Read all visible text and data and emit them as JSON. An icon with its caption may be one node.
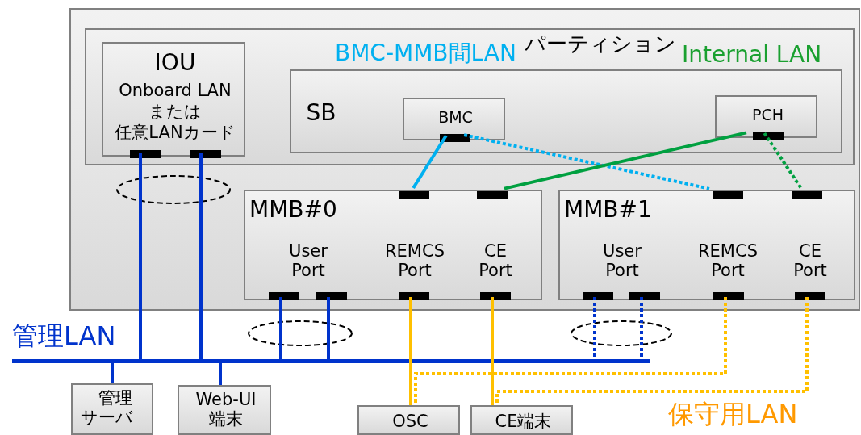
{
  "diagram": {
    "nodes": [
      {
        "text": [],
        "shape": "box"
      },
      {
        "text": [
          "パーティション"
        ],
        "in": 0
      },
      {
        "text": [
          "IOU",
          "Onboard LAN",
          "または",
          "任意LANカード"
        ],
        "in": 1
      },
      {
        "text": [],
        "shape": "bar",
        "in": 2
      },
      {
        "text": [],
        "shape": "bar",
        "in": 2
      },
      {
        "text": [
          "SB"
        ],
        "in": 1
      },
      {
        "text": [
          "BMC"
        ],
        "in": 5
      },
      {
        "text": [],
        "shape": "bar",
        "in": 6
      },
      {
        "text": [
          "PCH"
        ],
        "in": 5
      },
      {
        "text": [],
        "shape": "bar",
        "in": 8
      },
      {
        "text": [
          "MMB#0",
          "User Port",
          "REMCS Port",
          "CE Port"
        ],
        "in": 0
      },
      {
        "text": [],
        "shape": "bar",
        "in": 10
      },
      {
        "text": [],
        "shape": "bar",
        "in": 10
      },
      {
        "text": [],
        "shape": "bar",
        "in": 10
      },
      {
        "text": [],
        "shape": "bar",
        "in": 10
      },
      {
        "text": [],
        "shape": "bar",
        "in": 10
      },
      {
        "text": [],
        "shape": "bar",
        "in": 10
      },
      {
        "text": [
          "MMB#1",
          "User Port",
          "REMCS Port",
          "CE Port"
        ],
        "in": 0
      },
      {
        "text": [],
        "shape": "bar",
        "in": 17
      },
      {
        "text": [],
        "shape": "bar",
        "in": 17
      },
      {
        "text": [],
        "shape": "bar",
        "in": 17
      },
      {
        "text": [],
        "shape": "bar",
        "in": 17
      },
      {
        "text": [],
        "shape": "bar",
        "in": 17
      },
      {
        "text": [],
        "shape": "bar",
        "in": 17
      },
      {
        "text": [],
        "shape": "bar"
      },
      {
        "text": [
          "管理サーバ"
        ]
      },
      {
        "text": [
          "Web-UI端末"
        ]
      },
      {
        "text": [
          "OSC"
        ]
      },
      {
        "text": [
          "CE端末"
        ]
      }
    ],
    "edges": [
      {
        "from": 3,
        "to": 24,
        "arrow": "none"
      },
      {
        "from": 4,
        "to": 24,
        "arrow": "none"
      },
      {
        "from": 13,
        "to": 24,
        "arrow": "none"
      },
      {
        "from": 14,
        "to": 24,
        "arrow": "none"
      },
      {
        "from": 20,
        "to": 24,
        "arrow": "none",
        "style": "dashed"
      },
      {
        "from": 21,
        "to": 24,
        "arrow": "none",
        "style": "dashed"
      },
      {
        "from": 24,
        "to": 25,
        "arrow": "none"
      },
      {
        "from": 24,
        "to": 26,
        "arrow": "none"
      },
      {
        "from": 7,
        "to": 11,
        "arrow": "none",
        "color": "#00b0f0"
      },
      {
        "from": 7,
        "to": 18,
        "arrow": "none",
        "style": "dashed",
        "color": "#00b0f0"
      },
      {
        "from": 9,
        "to": 12,
        "arrow": "none",
        "color": "#00a040"
      },
      {
        "from": 9,
        "to": 19,
        "arrow": "none",
        "style": "dashed",
        "color": "#00a040"
      },
      {
        "from": 15,
        "to": 27,
        "arrow": "none",
        "color": "#ffc000"
      },
      {
        "from": 22,
        "to": 27,
        "arrow": "none",
        "style": "dashed",
        "color": "#ffc000"
      },
      {
        "from": 16,
        "to": 28,
        "arrow": "none",
        "color": "#ffc000"
      },
      {
        "from": 23,
        "to": 28,
        "arrow": "none",
        "style": "dashed",
        "color": "#ffc000"
      }
    ],
    "labels": [
      "BMC-MMB間LAN",
      "Internal LAN",
      "管理LAN",
      "保守用LAN"
    ]
  }
}
